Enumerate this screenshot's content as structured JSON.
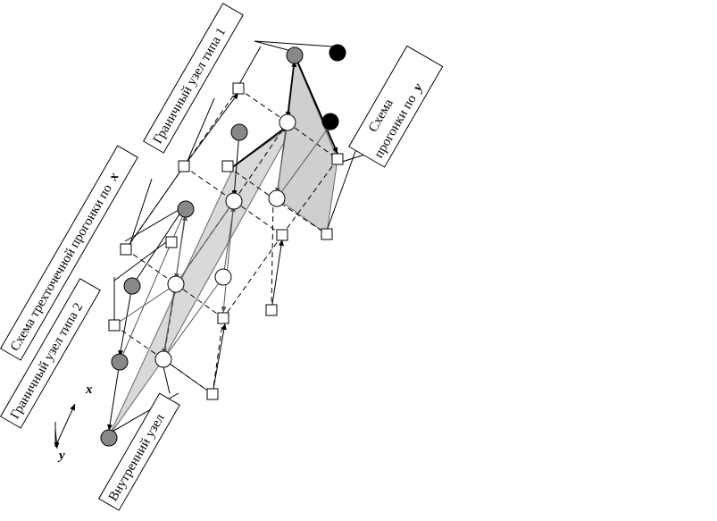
{
  "labels": {
    "boundary_type1": "Граничный узел типа 1",
    "scheme_y_line1": "Схема",
    "scheme_y_line2": "прогонки по",
    "scheme_y_var": "y",
    "scheme_x": "Схема трехточечной прогонки по",
    "scheme_x_var": "x",
    "boundary_type2": "Граничный узел типа 2",
    "internal_node": "Внутренний узел",
    "axis_x": "x",
    "axis_y": "y"
  },
  "colors": {
    "plane_fill": "#d9d9d9",
    "node_boundary1": "#000000",
    "node_boundary2": "#888888",
    "node_internal": "#ffffff"
  }
}
